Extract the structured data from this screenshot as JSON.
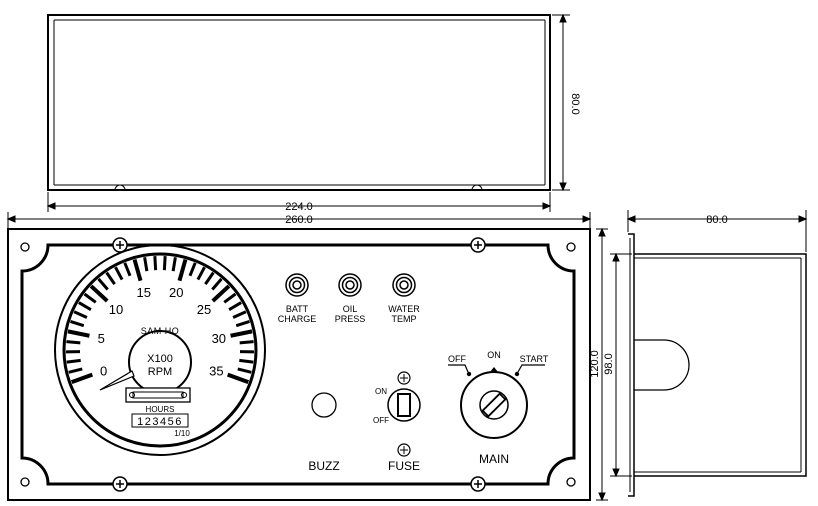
{
  "dimensions": {
    "top_width": "224.0",
    "top_height": "80.0",
    "overall_width": "260.0",
    "side_depth": "80.0",
    "side_outer_height": "120.0",
    "side_inner_height": "98.0"
  },
  "tachometer": {
    "brand": "SAM HO",
    "multiplier": "X100",
    "unit": "RPM",
    "scale_labels": [
      "0",
      "5",
      "10",
      "15",
      "20",
      "25",
      "30",
      "35"
    ],
    "hours_label": "HOURS",
    "hours_counter": "123456",
    "tenths_mark": "1/10"
  },
  "indicators": [
    {
      "line1": "BATT",
      "line2": "CHARGE"
    },
    {
      "line1": "OIL",
      "line2": "PRESS"
    },
    {
      "line1": "WATER",
      "line2": "TEMP"
    }
  ],
  "buzzer_label": "BUZZ",
  "fuse_switch": {
    "on": "ON",
    "off": "OFF",
    "label": "FUSE"
  },
  "main_switch": {
    "off": "OFF",
    "on": "ON",
    "start": "START",
    "label": "MAIN"
  }
}
